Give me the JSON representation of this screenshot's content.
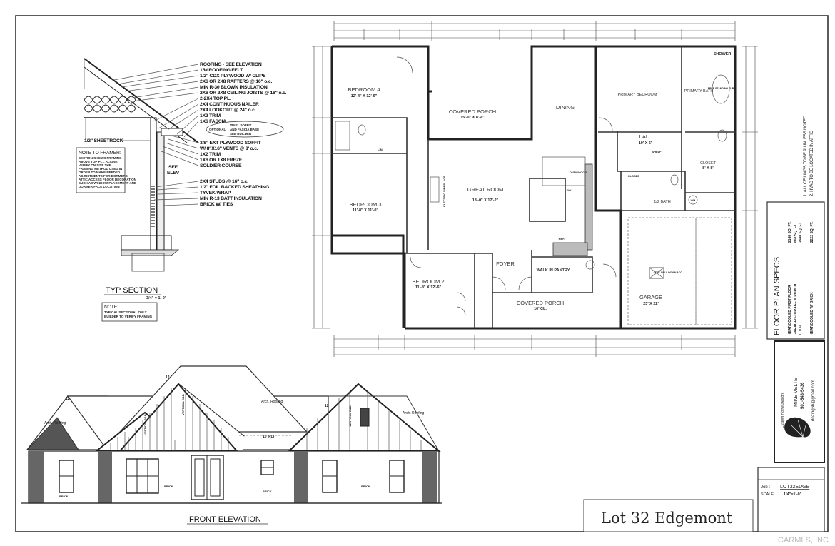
{
  "section": {
    "title": "TYP SECTION",
    "scale": "3/4\" = 1'-0\"",
    "callouts": [
      "ROOFING - SEE ELEVATION",
      "15# ROOFING FELT",
      "1/2\" CDX PLYWOOD W/ CLIPS",
      "2X6 OR 2X8 RAFTERS @ 16\" o.c.",
      "MIN R-30 BLOWN INSULATION",
      "2X6 OR 2X8 CEILING JOISTS @ 16\" o.c.",
      "2-2X4 TOP PL.",
      "2X4 CONTINUOUS NAILER",
      "2X4 LOOKOUT @ 24\" o.c.",
      "1X2 TRIM",
      "1X6 FASCIA"
    ],
    "callouts_lower": [
      "3/8\" EXT PLYWOOD SOFFIT",
      "W/ 8\"X16\" VENTS @ 8' o.c.",
      "1X2 TRIM",
      "1X6 OR 1X8 FREZE",
      "SOLDIER COURSE"
    ],
    "callouts_wall": [
      "2X4 STUDS @ 16\" o.c.",
      "1/2\" FOIL BACKED SHEATHING",
      "TYVEK WRAP",
      "MIN R-13 BATT INSULATION",
      "BRICK W/ TIES"
    ],
    "optional_label": "OPTIONAL",
    "optional_text": [
      "VINYL SOFFIT",
      "AND FASCIA BASE",
      "SEE BUILDER"
    ],
    "sheetrock": "1/2\" SHEETROCK",
    "see_elev": [
      "SEE",
      "ELEV"
    ],
    "framer_note_title": "NOTE TO FRAMER:",
    "framer_note_lines": [
      "SECTION SHOWS FRAMING",
      "ABOVE TOP PLT. ALIGNE",
      "VERIFY ON SITE THE",
      "FRAMING METHOD USED IN",
      "ORDER TO MAKE NEEDED",
      "ADJUSTMENTS FOR DORMERS",
      "ATTIC ACCESS FLOOR DECORATION",
      "SUCH AS WINDOW PLACEMENT AND",
      "DORMER FACE LOCATION"
    ],
    "note_title": "NOTE:",
    "note_lines": [
      "TYPICAL SECTIONAL ONLY.",
      "BUILDER TO VERIFY FRAMING"
    ]
  },
  "plan": {
    "rooms": [
      {
        "name": "BEDROOM 4",
        "size": "12'-4\" X 12'-6\""
      },
      {
        "name": "COVERED PORCH",
        "size": "15'-0\" X 8'-4\""
      },
      {
        "name": "DINING",
        "size": ""
      },
      {
        "name": "PRIMARY BEDROOM",
        "size": ""
      },
      {
        "name": "PRIMARY BATH",
        "size": ""
      },
      {
        "name": "BEDROOM 3",
        "size": "11'-8\" X 11'-0\""
      },
      {
        "name": "GREAT ROOM",
        "size": "18'-0\" X 17'-2\""
      },
      {
        "name": "LAU.",
        "size": "10' X 6'"
      },
      {
        "name": "CLOSET",
        "size": "8' X 8'"
      },
      {
        "name": "1/2 BATH",
        "size": ""
      },
      {
        "name": "BEDROOM 2",
        "size": "11'-8\" X 12'-6\""
      },
      {
        "name": "FOYER",
        "size": ""
      },
      {
        "name": "WALK IN PANTRY",
        "size": ""
      },
      {
        "name": "COVERED PORCH",
        "size": "10' CL."
      },
      {
        "name": "GARAGE",
        "size": "23' X 22'"
      }
    ],
    "fixtures": [
      "SHOWER",
      "FREE STANDING TUB",
      "ELECTRIC FIREPLACE",
      "OVEN/HOOD",
      "DW",
      "REF.",
      "WH",
      "CLOSED",
      "SHELF",
      "LIN.",
      "ATTIC PULL DOWN ACC."
    ],
    "side_notes": [
      "1. ALL CEILINGS TO BE 9' UNLESS NOTED",
      "2. HVAC TO BE LOCATED IN ATTIC"
    ]
  },
  "elevation": {
    "title": "FRONT ELEVATION",
    "roofing": "Arch. Roofing",
    "pitch": "12",
    "plate": "10' PLT.",
    "siding": "VERTICAL B&B",
    "brick": "BRICK"
  },
  "specs": {
    "title": "FLOOR PLAN SPECS.",
    "rows": [
      {
        "label": "HEAT/COOLED FIRST FLOOR",
        "value": "2148 SQ. FT."
      },
      {
        "label": "GARAGE/STORAGE & PORCH",
        "value": "860 SQ. FT."
      },
      {
        "label": "TOTAL",
        "value": "2940 SQ. FT."
      },
      {
        "label": "HEAT/COOLED W/ BRICK",
        "value": "2222 SQ. FT."
      }
    ]
  },
  "designer": {
    "tagline": "Custom Home Design",
    "name": "MIKE VELTE",
    "phone": "501-548-5436",
    "email": "dozing66@gmail.com"
  },
  "job": {
    "job_label": "Job :",
    "job_value": "LOT32EDGE",
    "scale_label": "SCALE:",
    "scale_value": "1/4\"=1'-0\""
  },
  "title_block": {
    "title": "Lot 32 Edgemont"
  },
  "watermark": "CARMLS, INC"
}
